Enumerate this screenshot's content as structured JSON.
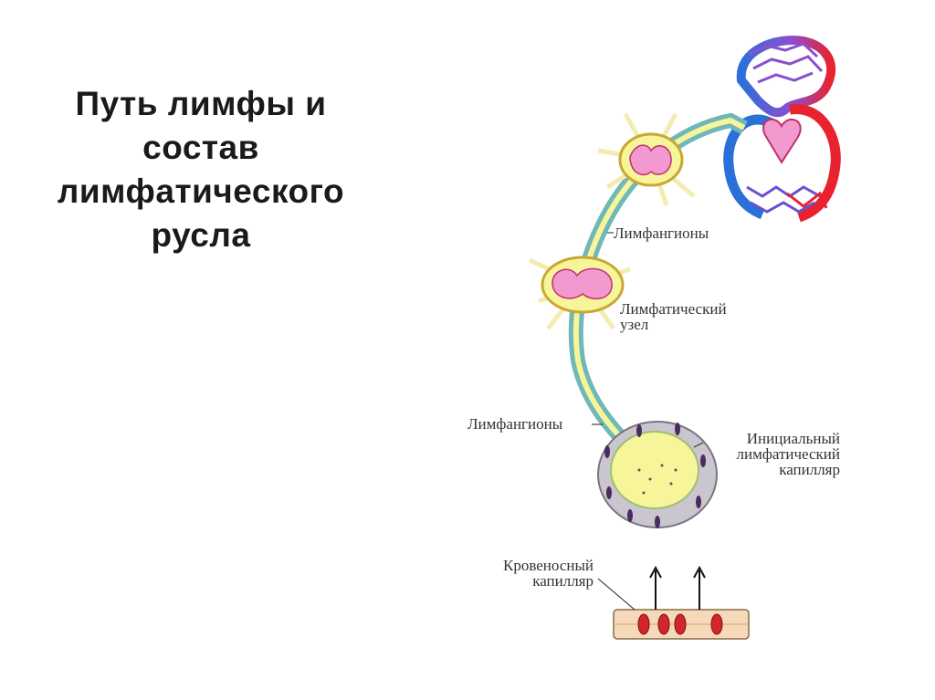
{
  "title": {
    "lines": [
      "Путь лимфы и",
      "состав",
      "лимфатического",
      "русла"
    ]
  },
  "diagram": {
    "labels": {
      "lymphangions_upper": "Лимфангионы",
      "lymph_node_line1": "Лимфатический",
      "lymph_node_line2": "узел",
      "lymphangions_lower": "Лимфангионы",
      "initial_capillary_line1": "Инициальный",
      "initial_capillary_line2": "лимфатический",
      "initial_capillary_line3": "капилляр",
      "blood_capillary_line1": "Кровеносный",
      "blood_capillary_line2": "капилляр"
    },
    "colors": {
      "lymph_vessel": "#6fb7b9",
      "lymph_fluid": "#f7f59a",
      "node_pink": "#f29ad0",
      "arterial": "#e8222e",
      "venous": "#2b6fd8",
      "blood_capillary": "#f5d9b8",
      "erythrocyte": "#d4262a",
      "tissue_cell": "#c9c6cf",
      "nucleus": "#4b2a5e"
    }
  }
}
